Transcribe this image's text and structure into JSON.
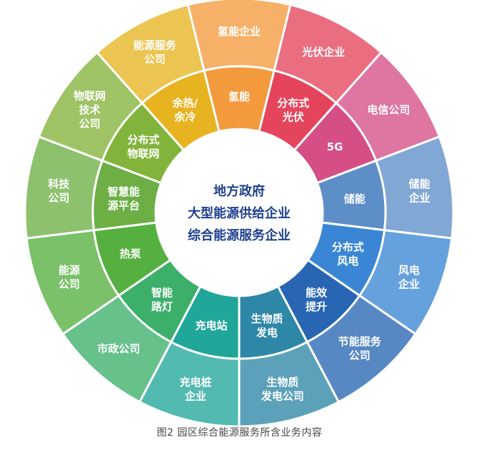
{
  "center": {
    "lines": [
      "地方政府",
      "大型能源供给企业",
      "综合能源服务企业"
    ]
  },
  "sectors": [
    {
      "outer": [
        "氢能企业"
      ],
      "inner": [
        "氢能"
      ],
      "color": "#F39A3D"
    },
    {
      "outer": [
        "光伏企业"
      ],
      "inner": [
        "分布式",
        "光伏"
      ],
      "color": "#E5455C"
    },
    {
      "outer": [
        "电信公司"
      ],
      "inner": [
        "5G"
      ],
      "color": "#D64E86"
    },
    {
      "outer": [
        "储能",
        "企业"
      ],
      "inner": [
        "储能"
      ],
      "color": "#5E8EC8"
    },
    {
      "outer": [
        "风电",
        "企业"
      ],
      "inner": [
        "分布式",
        "风电"
      ],
      "color": "#3A86D4"
    },
    {
      "outer": [
        "节能服务",
        "公司"
      ],
      "inner": [
        "能效",
        "提升"
      ],
      "color": "#2866B3"
    },
    {
      "outer": [
        "生物质",
        "发电公司"
      ],
      "inner": [
        "生物质",
        "发电"
      ],
      "color": "#2E87A6"
    },
    {
      "outer": [
        "充电桩",
        "企业"
      ],
      "inner": [
        "充电站"
      ],
      "color": "#21A69A"
    },
    {
      "outer": [
        "市政公司"
      ],
      "inner": [
        "智能",
        "路灯"
      ],
      "color": "#3CAF6A"
    },
    {
      "outer": [
        "能源",
        "公司"
      ],
      "inner": [
        "热泵"
      ],
      "color": "#55B03F"
    },
    {
      "outer": [
        "科技",
        "公司"
      ],
      "inner": [
        "智慧能",
        "源平台"
      ],
      "color": "#6DAF45"
    },
    {
      "outer": [
        "物联网",
        "技术",
        "公司"
      ],
      "inner": [
        "分布式",
        "物联网"
      ],
      "color": "#82B33B"
    },
    {
      "outer": [
        "能源服务",
        "公司"
      ],
      "inner": [
        "余热/",
        "余冷"
      ],
      "color": "#E7B320"
    }
  ],
  "caption": "图2  园区综合能源服务所含业务内容"
}
